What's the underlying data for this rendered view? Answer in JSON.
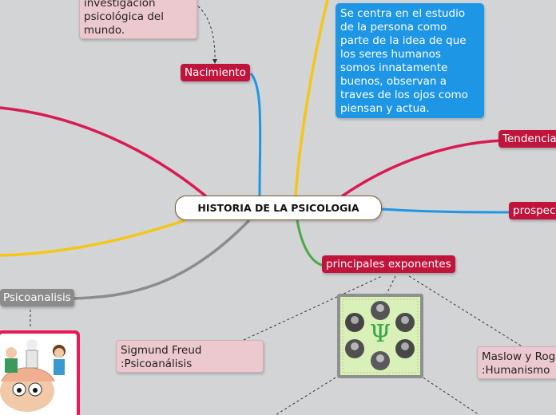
{
  "central": {
    "title": "HISTORIA DE LA PSICOLOGIA"
  },
  "nodes": {
    "nacimiento": "Nacimiento",
    "tendencia": "Tendencia",
    "prospectiva": "prospec",
    "principales": "principales exponentes",
    "psicoanalisis": "Psicoanalisis"
  },
  "notes": {
    "top_note": [
      "investigación",
      "psicológica del",
      "mundo."
    ],
    "blue_note": [
      "Se centra en el estudio",
      "de la persona como",
      "parte de la idea de que",
      "los seres humanos",
      "somos  innatamente",
      "buenos, observan a",
      "traves de los ojos como",
      "piensan y actua."
    ],
    "freud": [
      "Sigmund Freud",
      ":Psicoanálisis"
    ],
    "maslow": [
      "Maslow y Rog",
      ":Humanismo"
    ]
  },
  "colors": {
    "background": "#d3d4d6",
    "red": "#c0143c",
    "blue": "#1e96e6",
    "yellow": "#f5c518",
    "green": "#4aa84a",
    "grey": "#8c8c8c",
    "pink": "#ecc9cf"
  },
  "images": {
    "psychology_icon": "psi-symbol-with-portraits",
    "cartoon": "cartoon-brain-people"
  }
}
